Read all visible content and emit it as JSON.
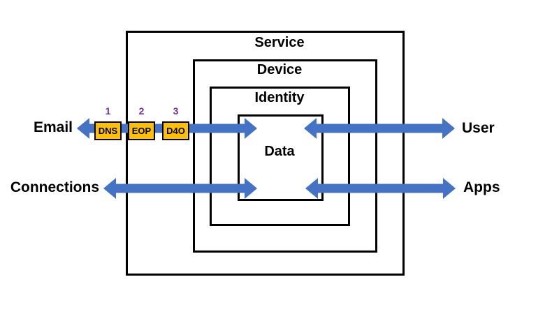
{
  "layers": [
    {
      "label": "Service"
    },
    {
      "label": "Device"
    },
    {
      "label": "Identity"
    },
    {
      "label": "Data"
    }
  ],
  "channels": {
    "email": {
      "label": "Email"
    },
    "user": {
      "label": "User"
    },
    "connections": {
      "label": "Connections"
    },
    "apps": {
      "label": "Apps"
    }
  },
  "filters": [
    {
      "step": "1",
      "label": "DNS"
    },
    {
      "step": "2",
      "label": "EOP"
    },
    {
      "step": "3",
      "label": "D4O"
    }
  ],
  "colors": {
    "arrow_blue": "#4472C4",
    "filter_orange": "#FFC000",
    "step_purple": "#7030A0",
    "box_border": "#000000",
    "text": "#000000",
    "background": "#FFFFFF"
  }
}
